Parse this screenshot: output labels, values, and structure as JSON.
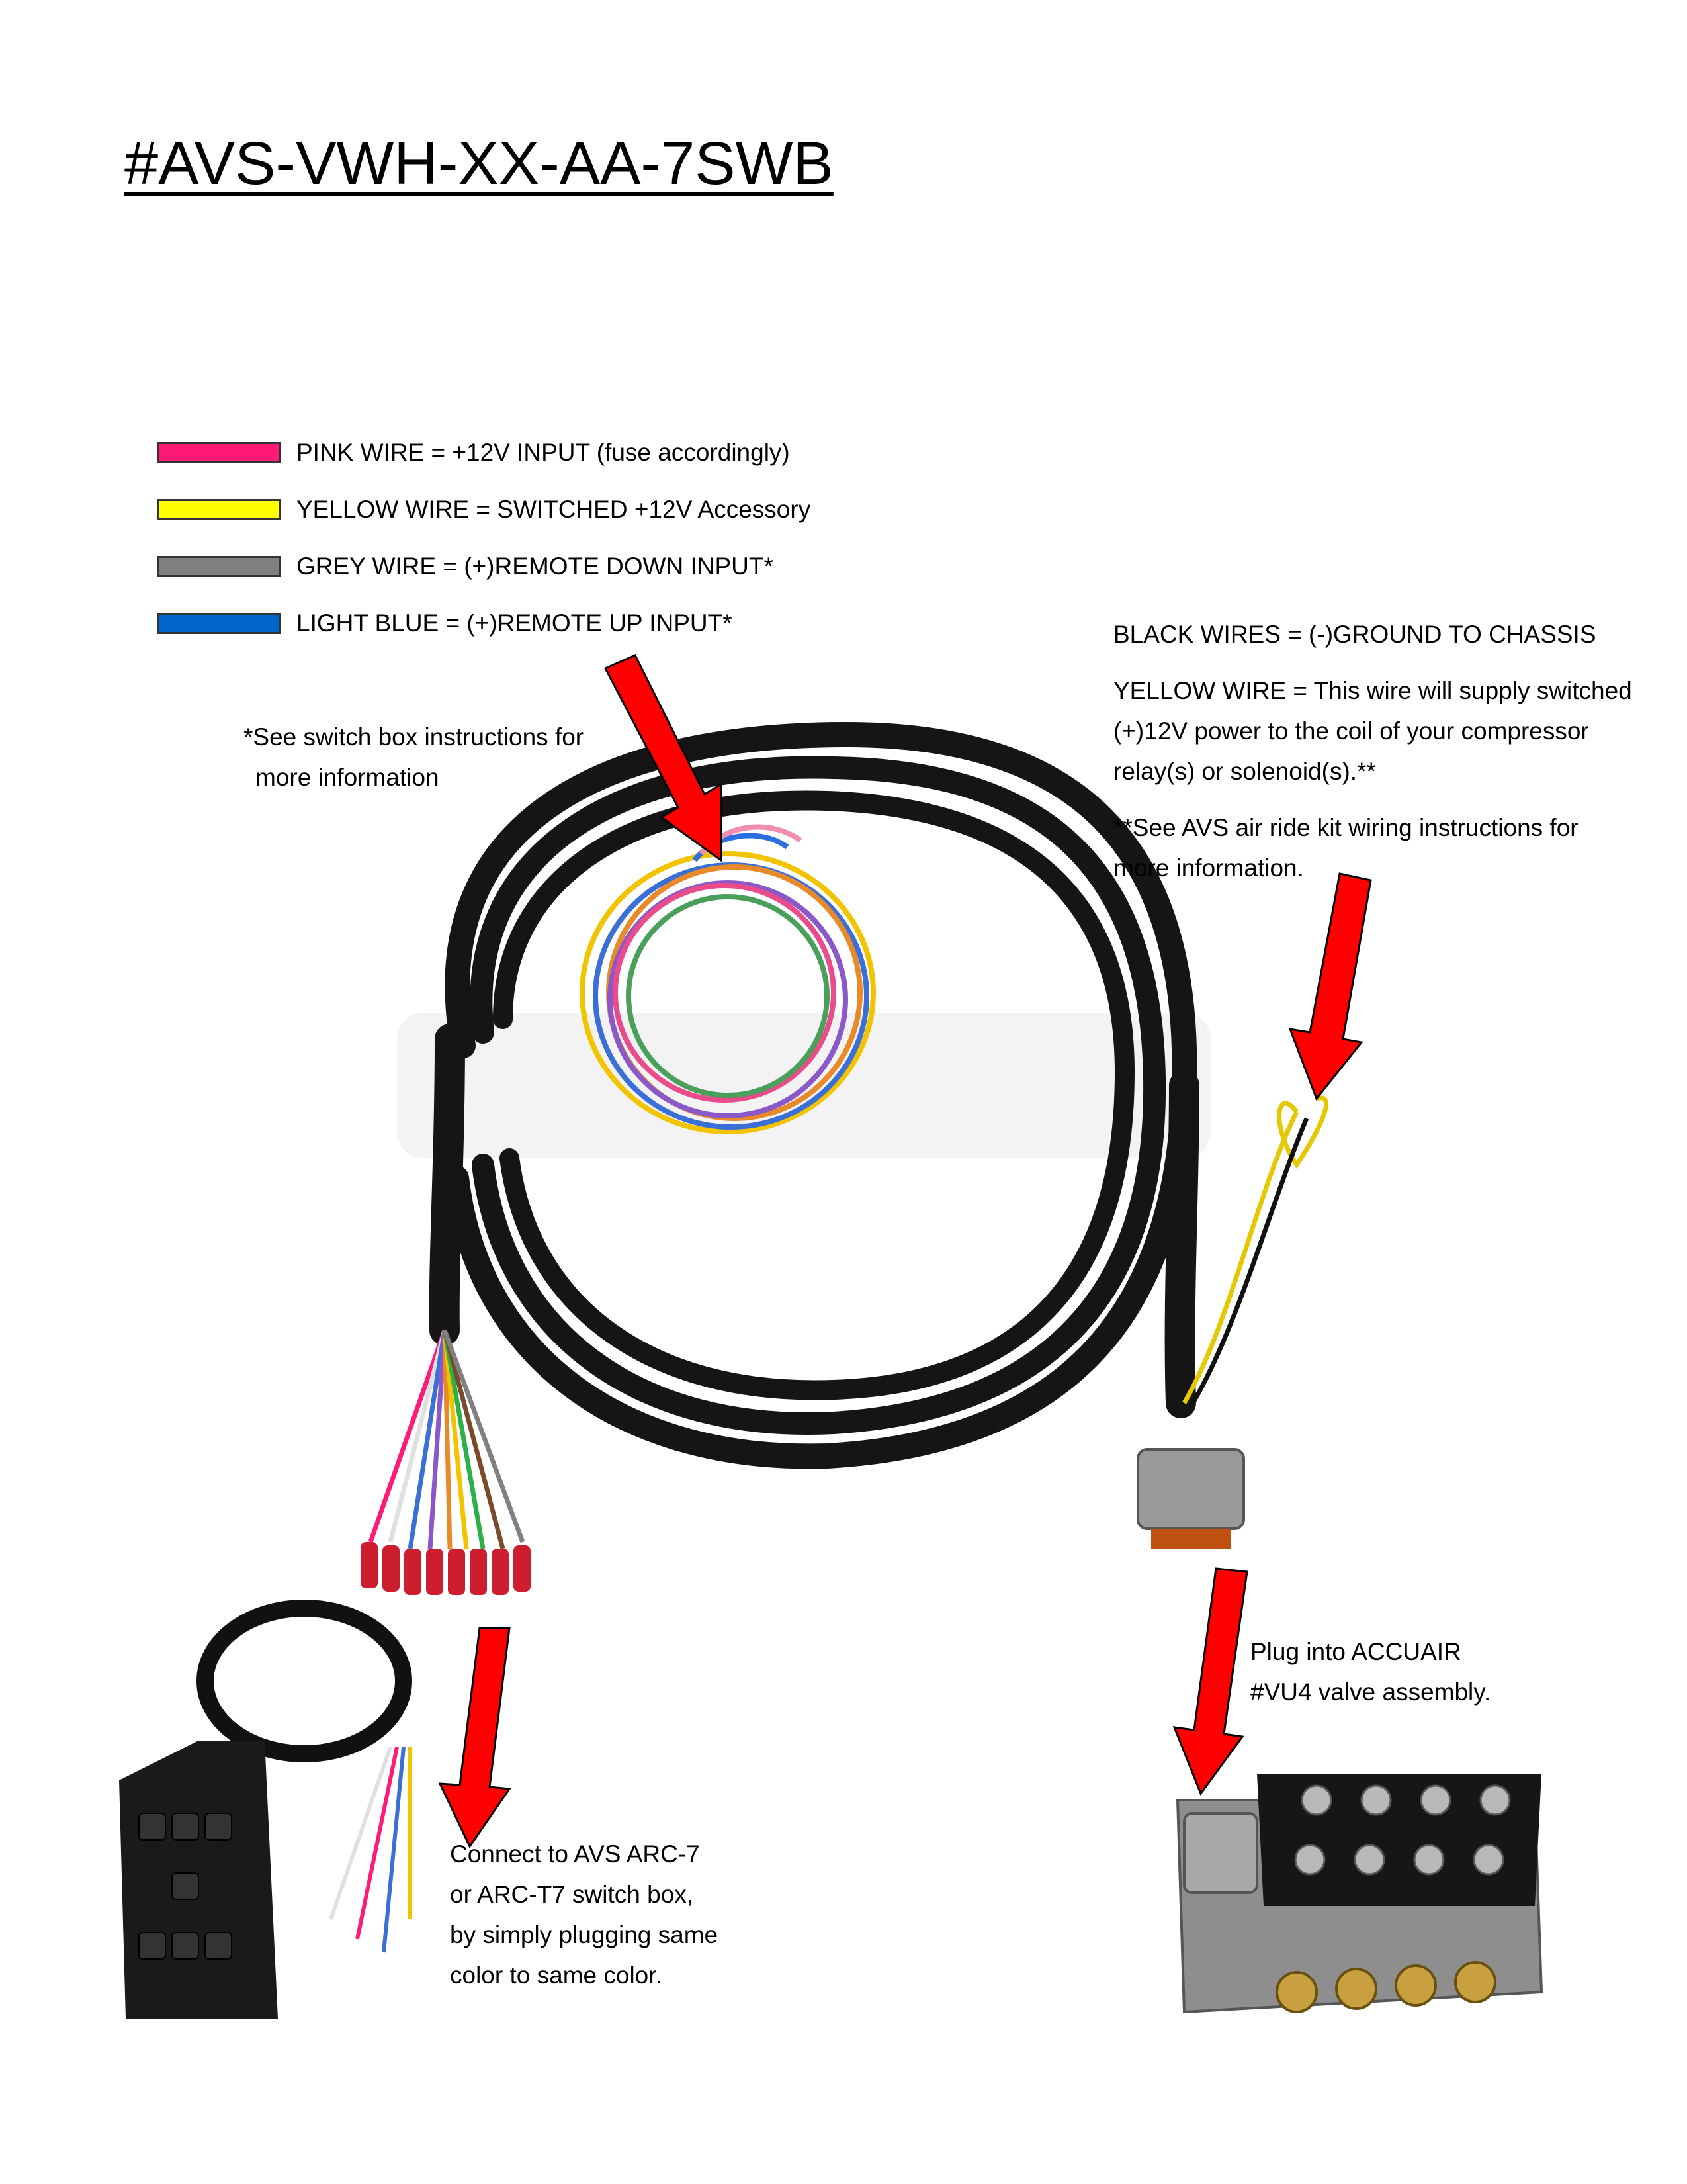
{
  "title": "#AVS-VWH-XX-AA-7SWB",
  "legend": [
    {
      "color": "#ff1a75",
      "text": "PINK WIRE = +12V INPUT (fuse accordingly)"
    },
    {
      "color": "#ffff00",
      "text": "YELLOW WIRE = SWITCHED +12V Accessory"
    },
    {
      "color": "#808080",
      "text": "GREY WIRE = (+)REMOTE DOWN INPUT*"
    },
    {
      "color": "#0066cc",
      "text": "LIGHT BLUE = (+)REMOTE UP INPUT*"
    }
  ],
  "switchbox_note": [
    "*See switch box instructions for",
    "more information"
  ],
  "right_notes": {
    "black": "BLACK WIRES = (-)GROUND TO CHASSIS",
    "yellow": [
      "YELLOW WIRE = This wire will supply switched",
      "(+)12V power to the coil of your compressor",
      "relay(s) or solenoid(s).**"
    ],
    "kit": [
      "**See AVS air ride kit wiring instructions for",
      "more information."
    ]
  },
  "plug_note": [
    "Plug into ACCUAIR",
    "#VU4 valve assembly."
  ],
  "connect_note": [
    "Connect to AVS ARC-7",
    "or ARC-T7 switch box,",
    "by simply plugging same",
    "color to same color."
  ],
  "arrow_color": "#ff0000"
}
